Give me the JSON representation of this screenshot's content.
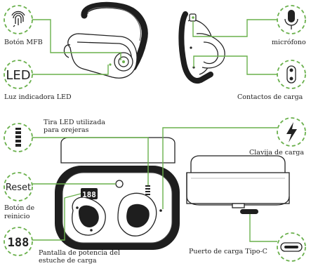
{
  "labels": {
    "mfb_button": "Botón MFB",
    "led_light": "Luz indicadora LED",
    "led_strip_line1": "Tira LED utilizada",
    "led_strip_line2": "para orejeras",
    "reset_line1": "Botón de",
    "reset_line2": "reinicio",
    "power_display_line1": "Pantalla de potencia del",
    "power_display_line2": "estuche de carga",
    "microphone": "micrófono",
    "charging_contacts": "Contactos de carga",
    "charging_pin": "Clavija de carga",
    "typec_port": "Puerto de carga Tipo-C"
  },
  "icon_text": {
    "led": "LED",
    "reset": "Reset",
    "display_digits": "188",
    "case_digits": "188"
  },
  "icons": {
    "mfb": "fingerprint-icon",
    "led": "led-text-icon",
    "battery": "battery-icon",
    "reset": "reset-text-icon",
    "display": "digit-display-icon",
    "microphone": "microphone-icon",
    "contacts": "charging-contacts-icon",
    "pin": "lightning-bolt-icon",
    "typec": "usb-c-port-icon"
  },
  "colors": {
    "accent_green": "#6ab04c",
    "outline": "#222222",
    "case_dark": "#1e1e1e"
  }
}
